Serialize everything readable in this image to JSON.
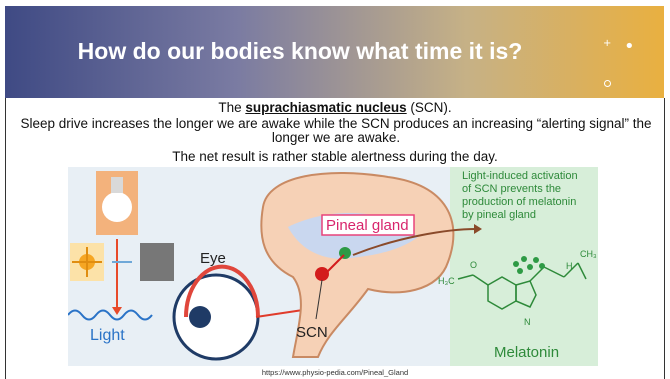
{
  "header": {
    "title": "How do our bodies know what time it is?"
  },
  "content": {
    "line1_prefix": "The ",
    "line1_link": "suprachiasmatic nucleus",
    "line1_suffix": " (SCN).",
    "line2": "Sleep drive increases the longer we are awake while the SCN produces an increasing “alerting signal” the longer we are awake.",
    "line3": "The net result is rather stable alertness during the day."
  },
  "figure": {
    "eye_label": "Eye",
    "light_label": "Light",
    "pineal_label": "Pineal gland",
    "scn_label": "SCN",
    "melatonin_label": "Melatonin",
    "green_note_1": "Light-induced activation",
    "green_note_2": "of SCN prevents the",
    "green_note_3": "production of melatonin",
    "green_note_4": "by pineal gland",
    "h3c": "H₃C",
    "o_label": "O",
    "h_label": "H",
    "n_label": "N",
    "ch3": "CH₃"
  },
  "source": "https://www.physio-pedia.com/Pineal_Gland"
}
